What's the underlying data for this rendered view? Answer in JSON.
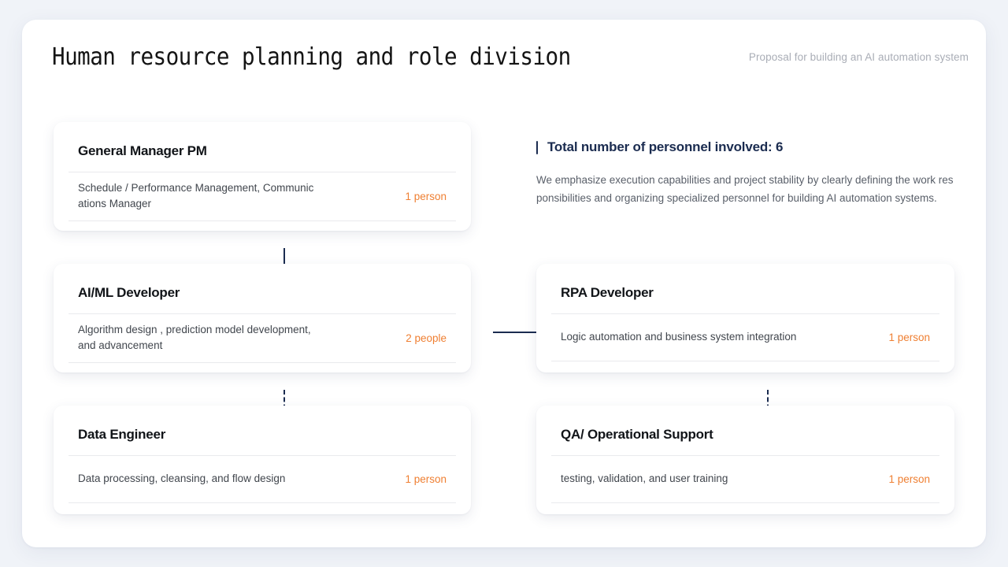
{
  "header": {
    "title": "Human resource planning and role division",
    "subtitle": "Proposal for building an AI automation system"
  },
  "info_panel": {
    "heading": "Total number of personnel involved: 6",
    "body": "We emphasize execution capabilities and project stability by clearly defining the work responsibilities and organizing specialized personnel for building AI automation systems."
  },
  "cards": [
    {
      "id": "general-manager-pm",
      "title": "General Manager PM",
      "description": "Schedule / Performance Management, Communications Manager",
      "count": "1 person"
    },
    {
      "id": "ai-ml-developer",
      "title": "AI/ML Developer",
      "description": "Algorithm design , prediction model development, and advancement",
      "count": "2 people"
    },
    {
      "id": "data-engineer",
      "title": "Data Engineer",
      "description": "Data processing, cleansing, and flow design",
      "count": "1 person"
    },
    {
      "id": "rpa-developer",
      "title": "RPA Developer",
      "description": "Logic automation and business system integration",
      "count": "1 person"
    },
    {
      "id": "qa-operational-support",
      "title": "QA/ Operational Support",
      "description": "testing, validation, and user training",
      "count": "1 person"
    }
  ],
  "colors": {
    "accent_orange": "#ef7f32",
    "navy": "#1b2c50",
    "page_background": "#f0f3f8",
    "canvas": "#ffffff",
    "title_text": "#141414",
    "subtitle_text": "#a9adb6",
    "body_text": "#41464d",
    "divider": "#e9eaed"
  }
}
